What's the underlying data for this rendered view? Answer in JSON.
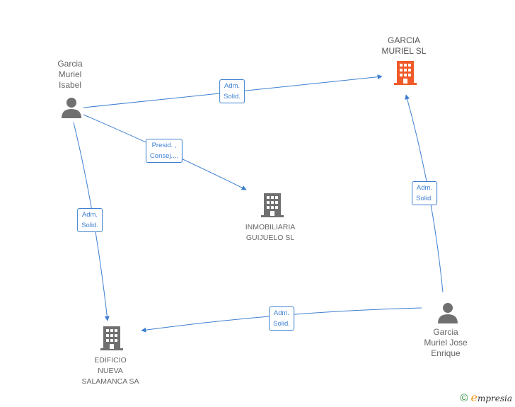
{
  "nodes": {
    "garcia_muriel_sl": {
      "label": "GARCIA\nMURIEL SL",
      "type": "company",
      "color": "#f05a28"
    },
    "garcia_muriel_isabel": {
      "label": "Garcia\nMuriel\nIsabel",
      "type": "person",
      "color": "#707070"
    },
    "inmobiliaria_guijuelo": {
      "label": "INMOBILIARIA\nGUIJUELO SL",
      "type": "company",
      "color": "#707070"
    },
    "edificio_nueva_salamanca": {
      "label": "EDIFICIO\nNUEVA\nSALAMANCA SA",
      "type": "company",
      "color": "#707070"
    },
    "garcia_muriel_jose_enrique": {
      "label": "Garcia\nMuriel Jose\nEnrique",
      "type": "person",
      "color": "#707070"
    }
  },
  "edges": [
    {
      "id": "isabel_to_sl",
      "label": "Adm.\nSolid."
    },
    {
      "id": "isabel_to_inmobiliaria",
      "label": "Presid. ,\nConsej...."
    },
    {
      "id": "isabel_to_edificio",
      "label": "Adm.\nSolid."
    },
    {
      "id": "jose_to_sl",
      "label": "Adm.\nSolid."
    },
    {
      "id": "jose_to_edificio",
      "label": "Adm.\nSolid."
    }
  ],
  "edge_color": "#3d7fd0",
  "footer": {
    "copyright": "©",
    "brand_initial": "e",
    "brand_rest": "mpresia"
  }
}
